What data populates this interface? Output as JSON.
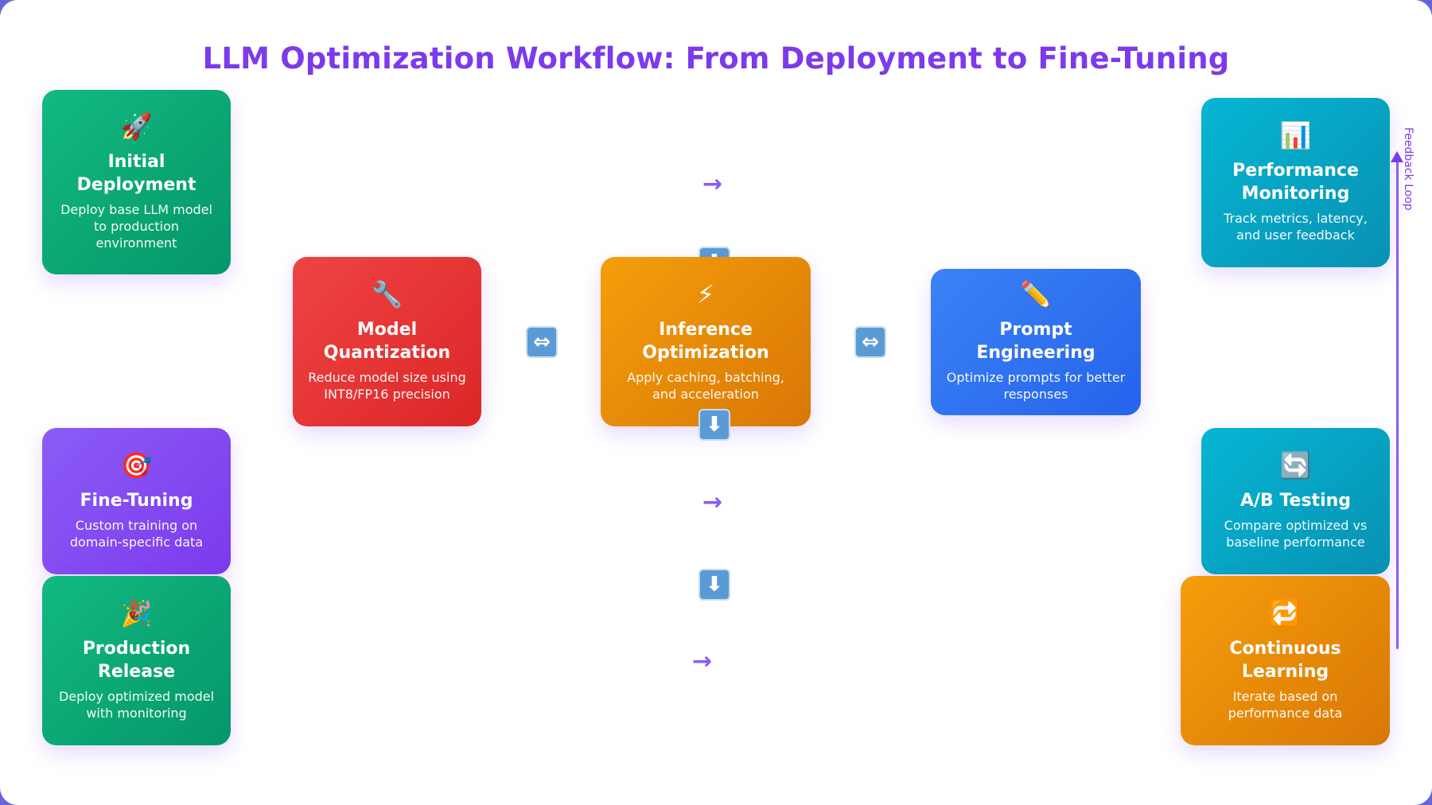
{
  "title": "LLM Optimization Workflow: From Deployment to Fine-Tuning",
  "nodes": {
    "initial_deployment": {
      "icon": "🚀",
      "name": "Initial Deployment",
      "desc": "Deploy base LLM model to production environment"
    },
    "model_quantization": {
      "icon": "🔧",
      "name": "Model Quantization",
      "desc": "Reduce model size using INT8/FP16 precision"
    },
    "inference_optimization": {
      "icon": "⚡",
      "name": "Inference Optimization",
      "desc": "Apply caching, batching, and acceleration"
    },
    "prompt_engineering": {
      "icon": "✏️",
      "name": "Prompt Engineering",
      "desc": "Optimize prompts for better responses"
    },
    "performance_monitoring": {
      "icon": "📊",
      "name": "Performance Monitoring",
      "desc": "Track metrics, latency, and user feedback"
    },
    "fine_tuning": {
      "icon": "🎯",
      "name": "Fine-Tuning",
      "desc": "Custom training on domain-specific data"
    },
    "production_release": {
      "icon": "🎉",
      "name": "Production Release",
      "desc": "Deploy optimized model with monitoring"
    },
    "ab_testing": {
      "icon": "🔄",
      "name": "A/B Testing",
      "desc": "Compare optimized vs baseline performance"
    },
    "continuous_learning": {
      "icon": "🔁",
      "name": "Continuous Learning",
      "desc": "Iterate based on performance data"
    }
  },
  "connectors": {
    "right_arrow": "→",
    "both_arrow": "⇔",
    "down_arrow": "⬇"
  },
  "feedback_label": "Feedback Loop",
  "colors": {
    "title": "#7c3aed",
    "arrow": "#8b5cf6",
    "green": "#10b981",
    "red": "#ef4444",
    "orange": "#f59e0b",
    "blue": "#3b82f6",
    "purple": "#8b5cf6",
    "cyan": "#06b6d4"
  },
  "icons": {
    "initial_deployment": "rocket-icon",
    "model_quantization": "wrench-icon",
    "inference_optimization": "lightning-icon",
    "prompt_engineering": "pencil-icon",
    "performance_monitoring": "bar-chart-icon",
    "fine_tuning": "target-icon",
    "production_release": "party-popper-icon",
    "ab_testing": "refresh-icon",
    "continuous_learning": "repeat-icon"
  }
}
